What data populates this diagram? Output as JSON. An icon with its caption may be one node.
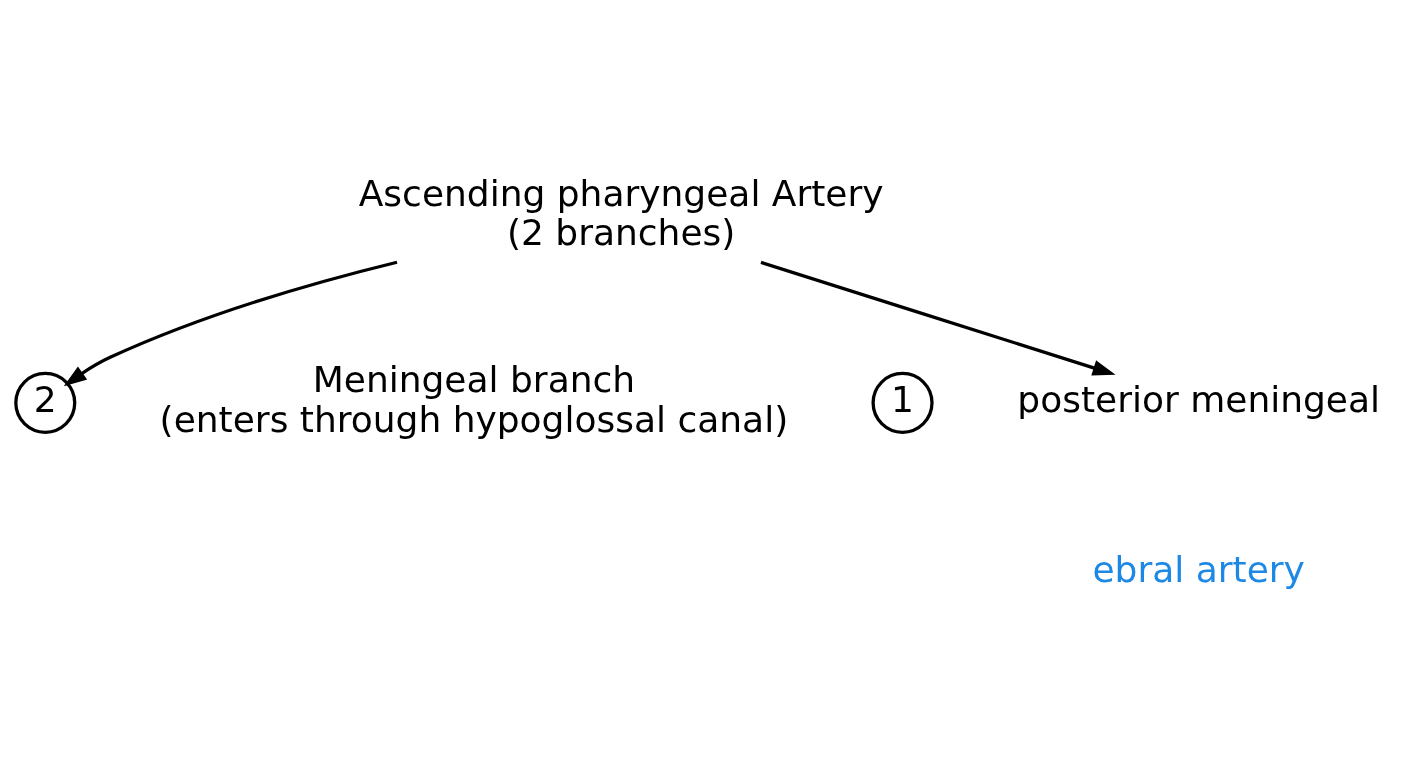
{
  "diagram": {
    "nodes": [
      {
        "text": [
          "Ascending pharyngeal Artery",
          "(2 branches)"
        ]
      },
      {
        "text": [
          "1"
        ]
      },
      {
        "text": [
          "posterior meningeal"
        ]
      },
      {
        "text": [
          "2"
        ]
      },
      {
        "text": [
          "Meningeal branch",
          "(enters through hypoglossal canal)"
        ]
      }
    ],
    "edges": [
      {
        "from": 0,
        "to": 2,
        "arrow": "to"
      },
      {
        "from": 0,
        "to": 3,
        "arrow": "to"
      }
    ],
    "labels": [
      "ebral artery"
    ]
  }
}
